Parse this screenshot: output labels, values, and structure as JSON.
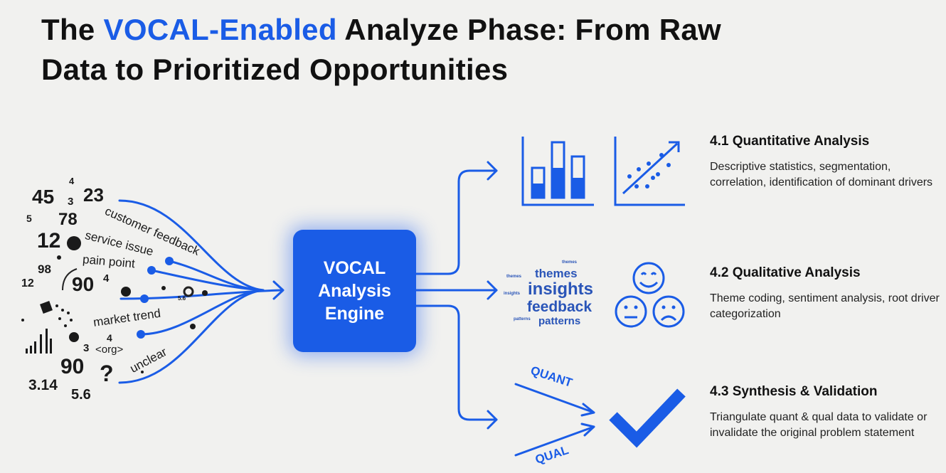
{
  "title": {
    "prefix": "The ",
    "highlight": "VOCAL-Enabled",
    "rest_line1": " Analyze Phase: From Raw",
    "line2": "Data to Prioritized Opportunities"
  },
  "colors": {
    "accent": "#1a5ce6",
    "background": "#f1f1ef",
    "text": "#111111"
  },
  "raw_data": {
    "numbers": [
      "45",
      "4",
      "3",
      "23",
      "5",
      "78",
      "12",
      "98",
      "12",
      "90",
      "4",
      "4",
      "3",
      "90",
      "3.14",
      "5.6",
      "?",
      "5.6",
      "<org>"
    ],
    "phrases": [
      "customer feedback",
      "service issue",
      "pain point",
      "market trend",
      "unclear"
    ]
  },
  "engine": {
    "line1": "VOCAL",
    "line2": "Analysis",
    "line3": "Engine"
  },
  "word_cloud": [
    "themes",
    "insights",
    "feedback",
    "patterns",
    "themes",
    "themes",
    "insights",
    "patterns"
  ],
  "synthesis_labels": {
    "quant": "QUANT",
    "qual": "QUAL"
  },
  "sections": [
    {
      "heading": "4.1 Quantitative Analysis",
      "body": "Descriptive statistics, segmentation, correlation, identification of dominant drivers"
    },
    {
      "heading": "4.2 Qualitative Analysis",
      "body": "Theme coding, sentiment analysis, root driver categorization"
    },
    {
      "heading": "4.3 Synthesis & Validation",
      "body": "Triangulate quant & qual data to validate or invalidate the original problem statement"
    }
  ]
}
